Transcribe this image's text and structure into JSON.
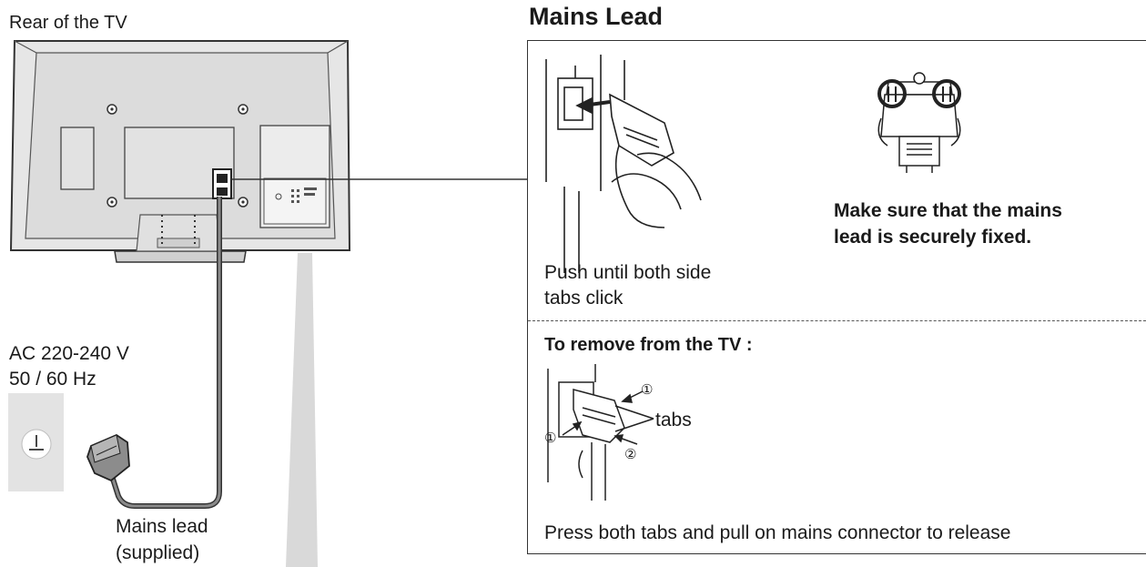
{
  "labels": {
    "rear_of_tv": "Rear of the TV",
    "power_line1": "AC 220-240 V",
    "power_line2": "50 / 60 Hz",
    "mains_lead_line1": "Mains lead",
    "mains_lead_line2": "(supplied)"
  },
  "panel": {
    "title": "Mains Lead",
    "push_line1": "Push until both side",
    "push_line2": "tabs click",
    "secure_line1": "Make sure that the mains",
    "secure_line2": "lead is securely fixed.",
    "remove_heading": "To remove from the TV :",
    "tabs_label": "tabs",
    "step_1": "①",
    "step_2": "②",
    "release_text": "Press both tabs and pull on mains connector to release"
  },
  "colors": {
    "tv_body": "#e6e6e6",
    "outline": "#333333",
    "beam": "#d9d9d9",
    "socket_plate": "#e3e3e3"
  }
}
